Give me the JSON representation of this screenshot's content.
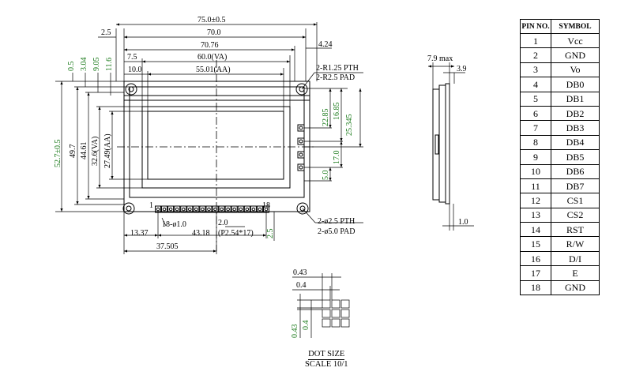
{
  "front_view": {
    "overall_width": "75.0±0.5",
    "board_width": "70.0",
    "hole_pitch": "70.76",
    "va_width": "60.0(VA)",
    "aa_width": "55.01(AA)",
    "left_offset_2_5": "2.5",
    "right_offset": "4.24",
    "va_left": "7.5",
    "aa_left": "10.0",
    "top_dim_0_5": "0.5",
    "top_dim_3_04": "3.04",
    "top_dim_9_05": "9.05",
    "top_dim_11_6": "11.6",
    "overall_height": "52.7±0.5",
    "h_49_7": "49.7",
    "h_44_61": "44.61",
    "va_height": "32.6(VA)",
    "aa_height": "27.49(AA)",
    "right_22_85": "22.85",
    "right_16_85": "16.85",
    "right_25_345": "25.345",
    "right_17_0": "17.0",
    "right_5_0": "5.0",
    "mount_top_note_1": "2-R1.25 PTH",
    "mount_top_note_2": "2-R2.5 PAD",
    "mount_bottom_note_1": "2-ø2.5 PTH",
    "mount_bottom_note_2": "2-ø5.0 PAD",
    "pin_first": "1",
    "pin_last": "18",
    "pin_holes": "18-ø1.0",
    "pin_offset": "13.37",
    "pin_span": "43.18",
    "pin_pitch": "(P2.54*17)",
    "pin_2_0": "2.0",
    "bottom_2_5": "2.5",
    "center_37_505": "37.505"
  },
  "side_view": {
    "max_thickness": "7.9 max",
    "thickness_3_9": "3.9",
    "pcb_1_0": "1.0"
  },
  "dot_size": {
    "pitch_h": "0.43",
    "dot_h": "0.4",
    "pitch_v": "0.43",
    "dot_v": "0.4",
    "title": "DOT SIZE",
    "scale": "SCALE 10/1"
  },
  "pin_table": {
    "headers": [
      "PIN NO.",
      "SYMBOL"
    ],
    "rows": [
      [
        "1",
        "Vcc"
      ],
      [
        "2",
        "GND"
      ],
      [
        "3",
        "Vo"
      ],
      [
        "4",
        "DB0"
      ],
      [
        "5",
        "DB1"
      ],
      [
        "6",
        "DB2"
      ],
      [
        "7",
        "DB3"
      ],
      [
        "8",
        "DB4"
      ],
      [
        "9",
        "DB5"
      ],
      [
        "10",
        "DB6"
      ],
      [
        "11",
        "DB7"
      ],
      [
        "12",
        "CS1"
      ],
      [
        "13",
        "CS2"
      ],
      [
        "14",
        "RST"
      ],
      [
        "15",
        "R/W"
      ],
      [
        "16",
        "D/I"
      ],
      [
        "17",
        "E"
      ],
      [
        "18",
        "GND"
      ]
    ]
  },
  "colors": {
    "line": "#000000",
    "dimension_green": "#1a7a1a"
  }
}
